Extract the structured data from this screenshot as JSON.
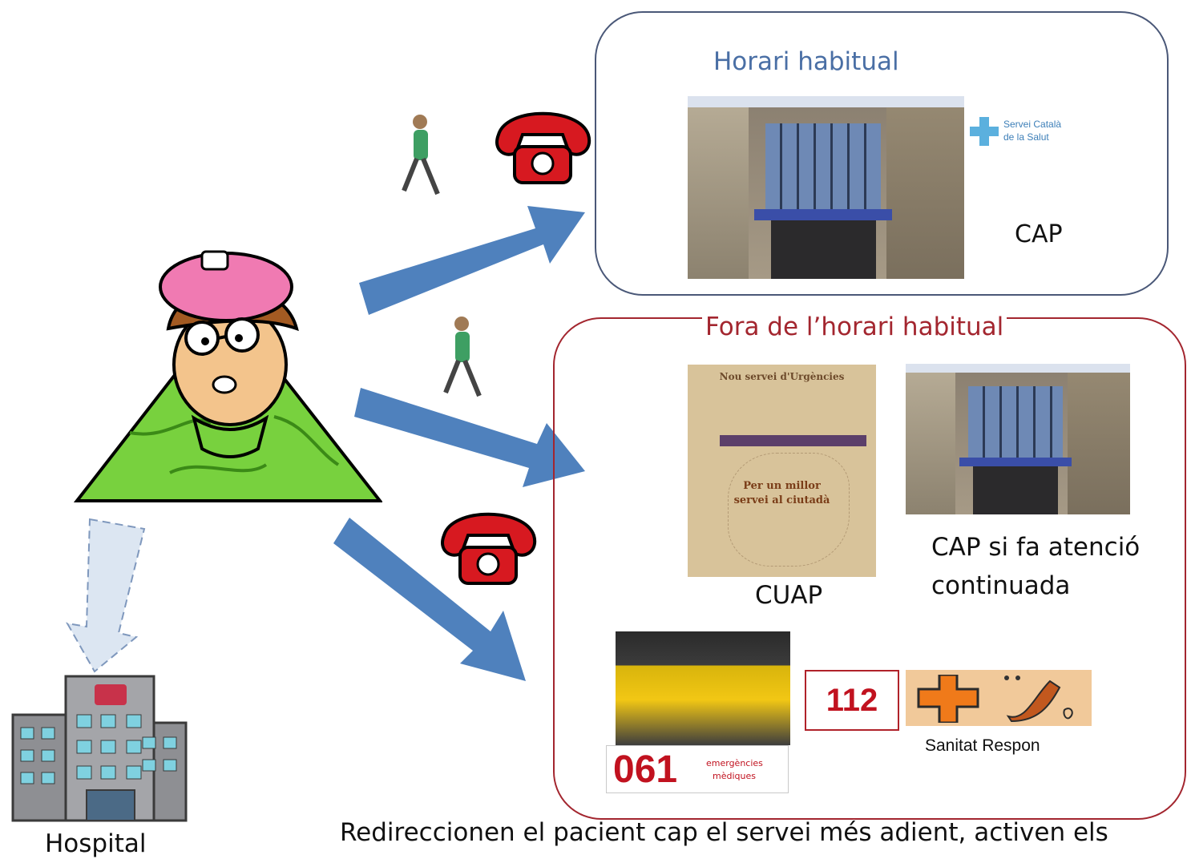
{
  "labels": {
    "regular_hours": "Horari habitual",
    "cap": "CAP",
    "after_hours": "Fora de l’horari habitual",
    "cuap": "CUAP",
    "cap_continuous_1": "CAP si fa atenció",
    "cap_continuous_2": "continuada",
    "hospital": "Hospital",
    "redirect_note": "Redireccionen el pacient cap el servei més adient, activen els",
    "badge_112": "112",
    "sanitat_respon": "Sanitat Respon",
    "badge_061": "061",
    "badge_061_sub1": "emergències",
    "badge_061_sub2": "mèdiques",
    "catsalut_1": "Servei Català",
    "catsalut_2": "de la Salut"
  },
  "poster": {
    "title": "Nou servei d'Urgències",
    "headline": "Per un millor\nservei al ciutadà"
  },
  "colors": {
    "arrow": "#4f81bd",
    "regular_box": "#4a5878",
    "after_box": "#a3262f",
    "title_blue": "#4a6fa5",
    "title_red": "#a3262f",
    "red_badge": "#c1121f"
  }
}
